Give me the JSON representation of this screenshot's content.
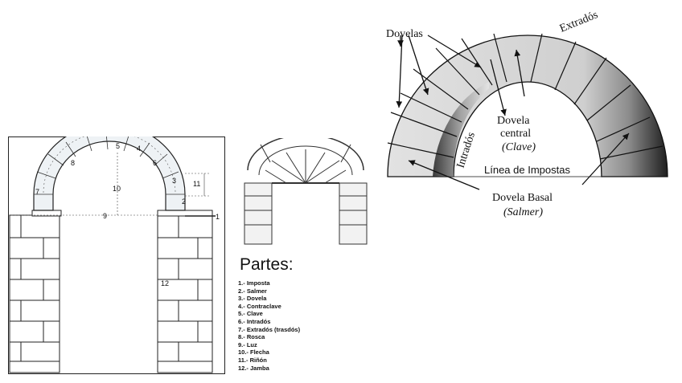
{
  "left_diagram": {
    "labels": {
      "n1": "1",
      "n2": "2",
      "n3": "3",
      "n4": "4",
      "n5": "5",
      "n6": "6",
      "n7": "7",
      "n8": "8",
      "n9": "9",
      "n10": "10",
      "n11": "11",
      "n12": "12"
    }
  },
  "legend": {
    "title": "Partes:",
    "items": [
      "1.- Imposta",
      "2.- Salmer",
      "3.- Dovela",
      "4.- Contraclave",
      "5.- Clave",
      "6.- Intradós",
      "7.- Extradós (trasdós)",
      "8.- Rosca",
      "9.- Luz",
      "10.- Flecha",
      "11.- Riñón",
      "12.- Jamba"
    ]
  },
  "right_diagram": {
    "dovelas": "Dovelas",
    "extrados": "Extradós",
    "intrados": "Intradós",
    "dovela_central_1": "Dovela",
    "dovela_central_2": "central",
    "clave": "(Clave)",
    "linea_impostas": "Línea de Impostas",
    "dovela_basal": "Dovela Basal",
    "salmer": "(Salmer)"
  },
  "colors": {
    "stone_light": "#d6d6d6",
    "stone_dark": "#2a2a2a",
    "line": "#111111"
  }
}
